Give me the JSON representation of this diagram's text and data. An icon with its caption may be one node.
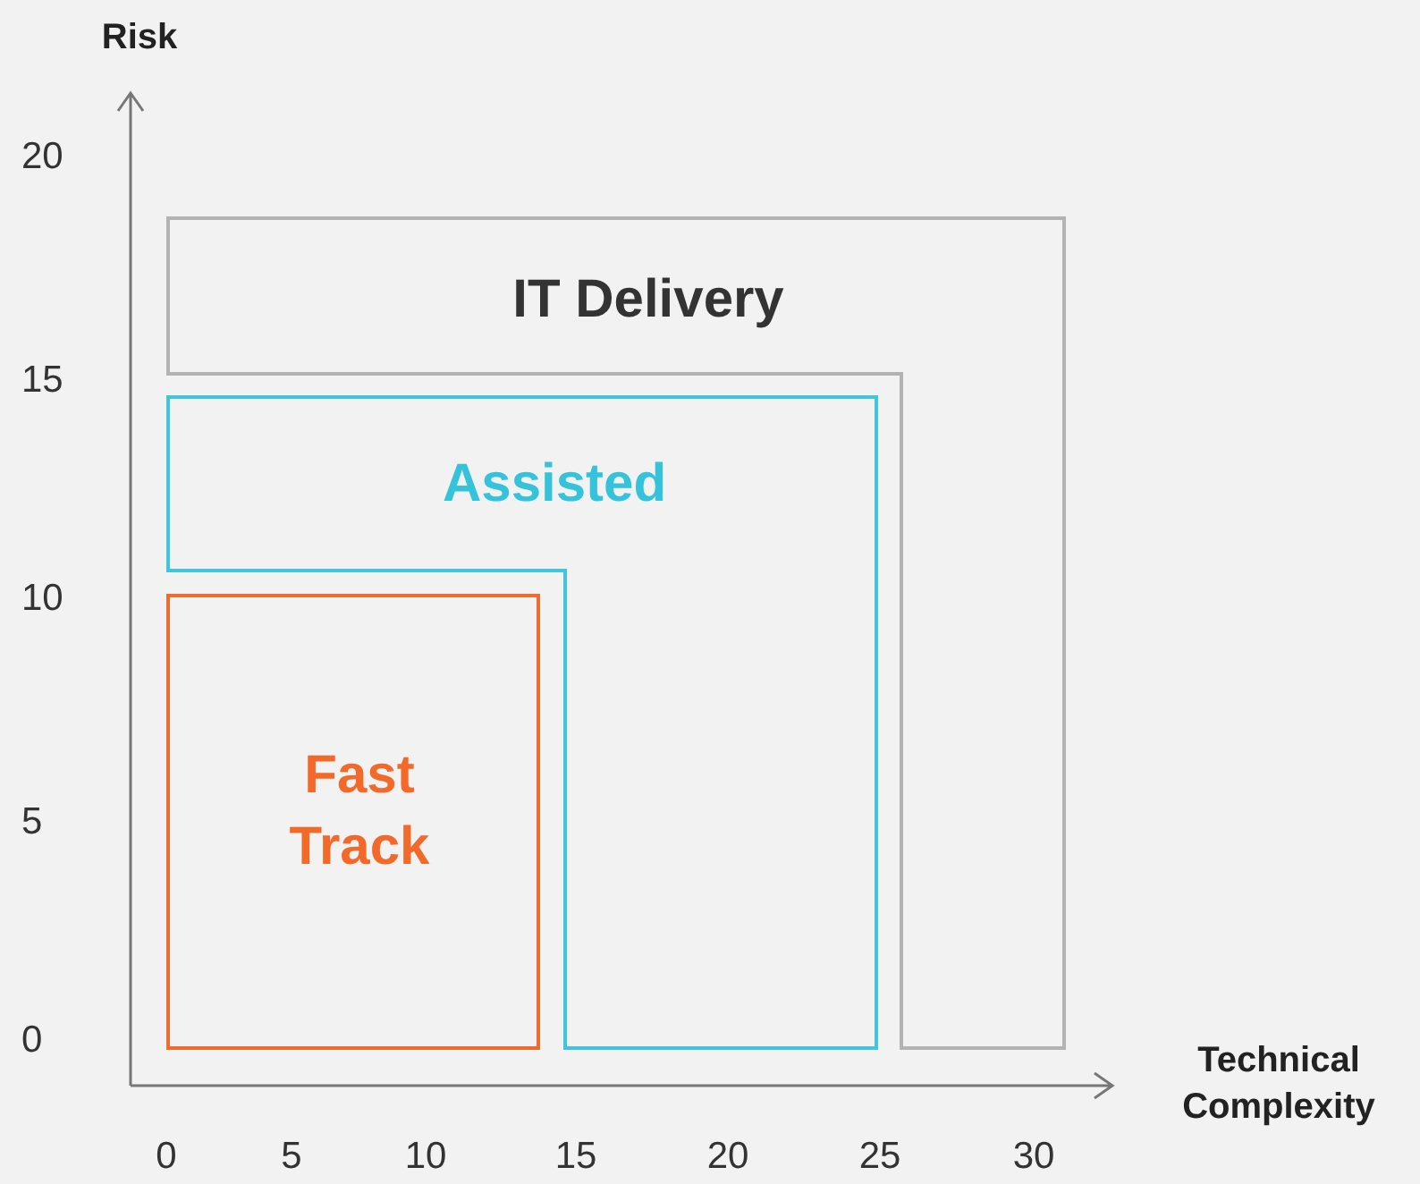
{
  "diagram": {
    "nodes": [
      {
        "text": [
          "IT Delivery"
        ]
      },
      {
        "text": [
          "Assisted"
        ]
      },
      {
        "text": [
          "Fast Track"
        ]
      }
    ],
    "labels": [
      "Risk",
      "20",
      "15",
      "10",
      "5",
      "0",
      "Technical Complexity",
      "0",
      "5",
      "10",
      "15",
      "20",
      "25",
      "30"
    ]
  }
}
